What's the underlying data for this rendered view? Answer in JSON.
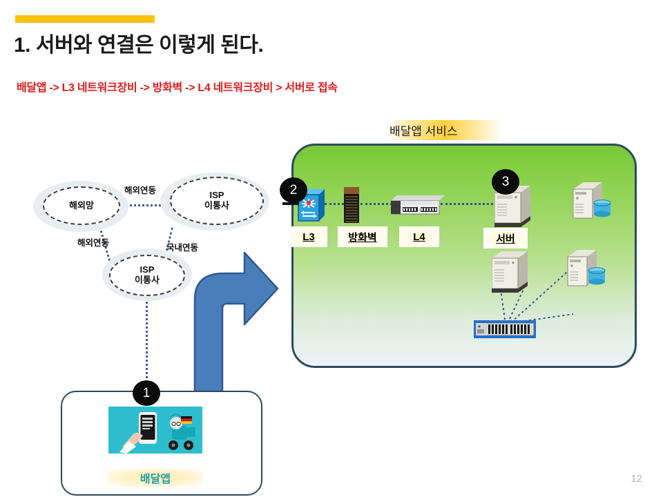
{
  "slide": {
    "title": "1. 서버와 연결은 이렇게 된다.",
    "subtitle": "배달앱 -> L3 네트워크장비 -> 방화벽 -> L4 네트워크장비 > 서버로 접속",
    "page_number": "12",
    "accent_color": "#fcc211",
    "subtitle_color": "#e01b1b"
  },
  "network": {
    "clouds": [
      {
        "id": "overseas-network",
        "line1": "해외망",
        "line2": ""
      },
      {
        "id": "isp-carrier-top",
        "line1": "ISP",
        "line2": "이통사"
      },
      {
        "id": "isp-carrier-bottom",
        "line1": "ISP",
        "line2": "이통사"
      }
    ],
    "link_labels": [
      {
        "id": "overseas-link-top",
        "text": "해외연동"
      },
      {
        "id": "overseas-link-left",
        "text": "해외연동"
      },
      {
        "id": "domestic-link",
        "text": "국내연동"
      }
    ]
  },
  "service": {
    "title": "배달앱 서비스",
    "box_border_color": "#2c4a63",
    "devices": [
      {
        "id": "l3-switch",
        "label": "L3"
      },
      {
        "id": "firewall",
        "label": "방화벽"
      },
      {
        "id": "l4-switch",
        "label": "L4"
      },
      {
        "id": "server",
        "label": "서버"
      }
    ]
  },
  "badges": [
    {
      "id": "step-1",
      "text": "1"
    },
    {
      "id": "step-2",
      "text": "2"
    },
    {
      "id": "step-3",
      "text": "3"
    }
  ],
  "app": {
    "caption": "배달앱",
    "caption_color": "#1f9fae",
    "thumb_bg": "#2ebdcd"
  }
}
